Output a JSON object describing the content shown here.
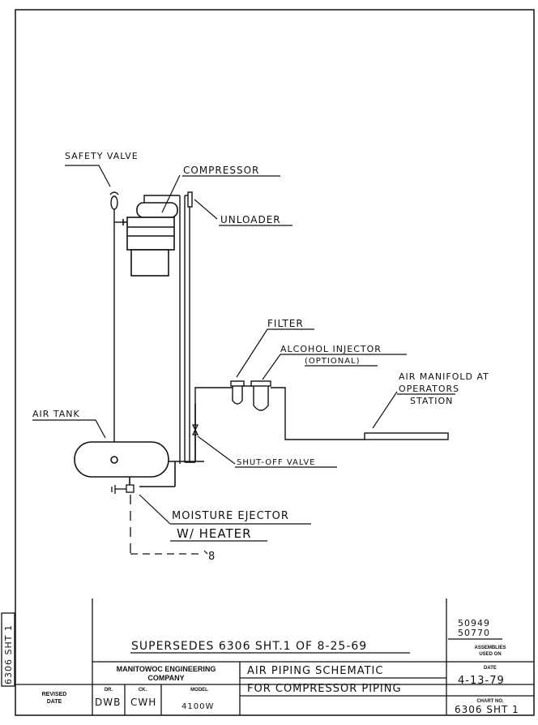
{
  "labels": {
    "safety_valve": "SAFETY VALVE",
    "compressor": "COMPRESSOR",
    "unloader": "UNLOADER",
    "filter": "FILTER",
    "alcohol_injector": "ALCOHOL INJECTOR",
    "optional": "(OPTIONAL)",
    "air_manifold_line1": "AIR MANIFOLD AT",
    "air_manifold_line2": "OPERATORS",
    "air_manifold_line3": "STATION",
    "air_tank": "AIR TANK",
    "shutoff_valve": "SHUT-OFF VALVE",
    "moisture_ejector": "MOISTURE EJECTOR",
    "with_heater": "W/ HEATER",
    "ref_8": "8"
  },
  "title_block": {
    "supersedes": "SUPERSEDES 6306 SHT.1 OF 8-25-69",
    "assemblies_1": "50949",
    "assemblies_2": "50770",
    "assemblies_label": "ASSEMBLIES",
    "used_on_label": "USED ON",
    "company_line1": "MANITOWOC ENGINEERING",
    "company_line2": "COMPANY",
    "title_line1": "AIR PIPING SCHEMATIC",
    "title_line2": "FOR COMPRESSOR PIPING",
    "date_label": "DATE",
    "date": "4-13-79",
    "chart_no_label": "CHART NO.",
    "chart_no": "6306 SHT 1",
    "dr_label": "DR.",
    "dr": "DWB",
    "ck_label": "CK.",
    "ck": "CWH",
    "model_label": "MODEL",
    "model": "4100W",
    "revised_label_1": "REVISED",
    "revised_label_2": "DATE",
    "side_tab": "6306 SHT 1"
  }
}
